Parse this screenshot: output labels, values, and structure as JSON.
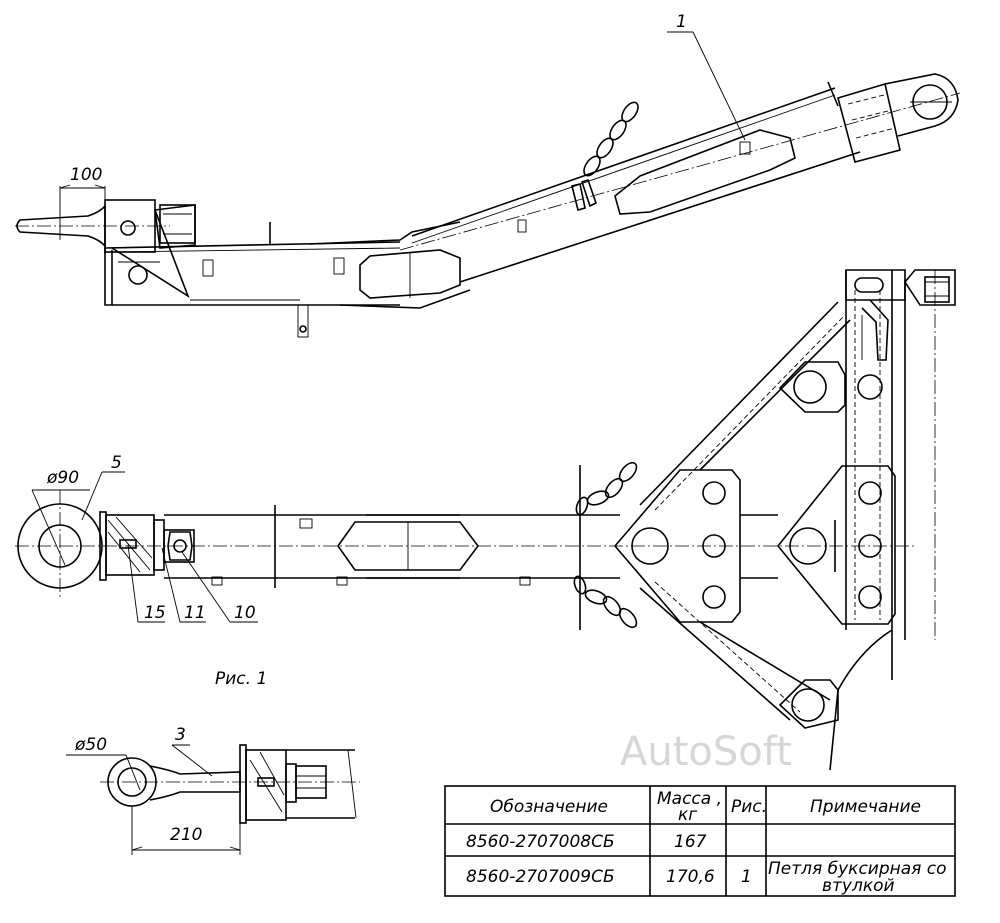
{
  "figure_caption": "Рис. 1",
  "callouts": {
    "part_1": "1",
    "part_3": "3",
    "part_5": "5",
    "part_10": "10",
    "part_11": "11",
    "part_15": "15"
  },
  "dimensions": {
    "dim_100": "100",
    "dim_dia90": "ø90",
    "dim_dia50": "ø50",
    "dim_210": "210"
  },
  "table": {
    "headers": [
      "Обозначение",
      "Масса , кг",
      "Рис.",
      "Примечание"
    ],
    "header_mass_line1": "Масса ,",
    "header_mass_line2": "кг",
    "rows": [
      {
        "designation": "8560-2707008СБ",
        "mass": "167",
        "fig": "",
        "note_line1": "",
        "note_line2": ""
      },
      {
        "designation": "8560-2707009СБ",
        "mass": "170,6",
        "fig": "1",
        "note_line1": "Петля буксирная со",
        "note_line2": "втулкой"
      }
    ]
  },
  "watermark": "AutoSoft"
}
